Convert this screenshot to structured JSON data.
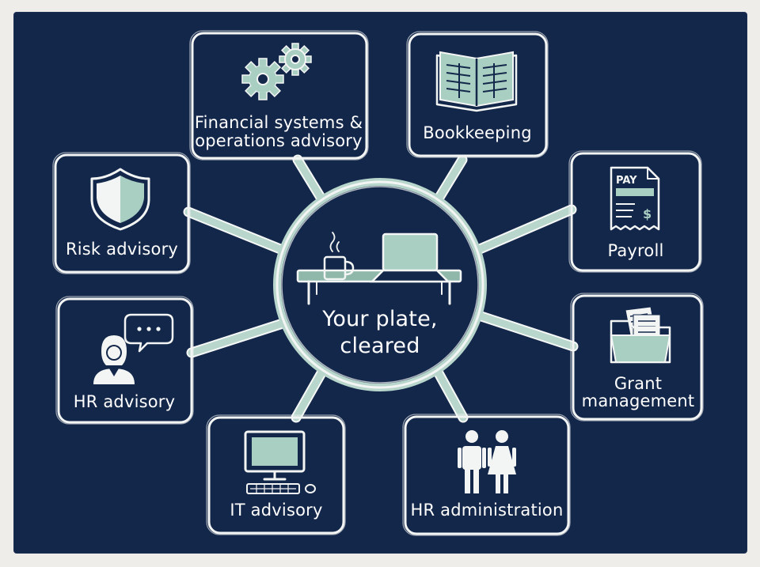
{
  "center": {
    "line1": "Your plate,",
    "line2": "cleared"
  },
  "services": [
    {
      "id": "financial",
      "line1": "Financial systems &",
      "line2": "operations advisory",
      "icon": "gears-icon"
    },
    {
      "id": "bookkeeping",
      "line1": "Bookkeeping",
      "line2": "",
      "icon": "open-ledger-book-icon"
    },
    {
      "id": "risk",
      "line1": "Risk advisory",
      "line2": "",
      "icon": "shield-icon"
    },
    {
      "id": "payroll",
      "line1": "Payroll",
      "line2": "",
      "icon": "pay-stub-icon",
      "icon_text": "PAY",
      "icon_symbol": "$"
    },
    {
      "id": "hr-advisory",
      "line1": "HR advisory",
      "line2": "",
      "icon": "person-speech-bubble-icon"
    },
    {
      "id": "grant",
      "line1": "Grant",
      "line2": "management",
      "icon": "folder-documents-icon"
    },
    {
      "id": "it",
      "line1": "IT advisory",
      "line2": "",
      "icon": "desktop-computer-icon"
    },
    {
      "id": "hr-admin",
      "line1": "HR administration",
      "line2": "",
      "icon": "man-woman-icon"
    }
  ],
  "colors": {
    "background": "#13274a",
    "page": "#efedea",
    "outline": "#f3f5f4",
    "accent": "#b8d6cc"
  },
  "center_icon": "desk-laptop-coffee-icon"
}
